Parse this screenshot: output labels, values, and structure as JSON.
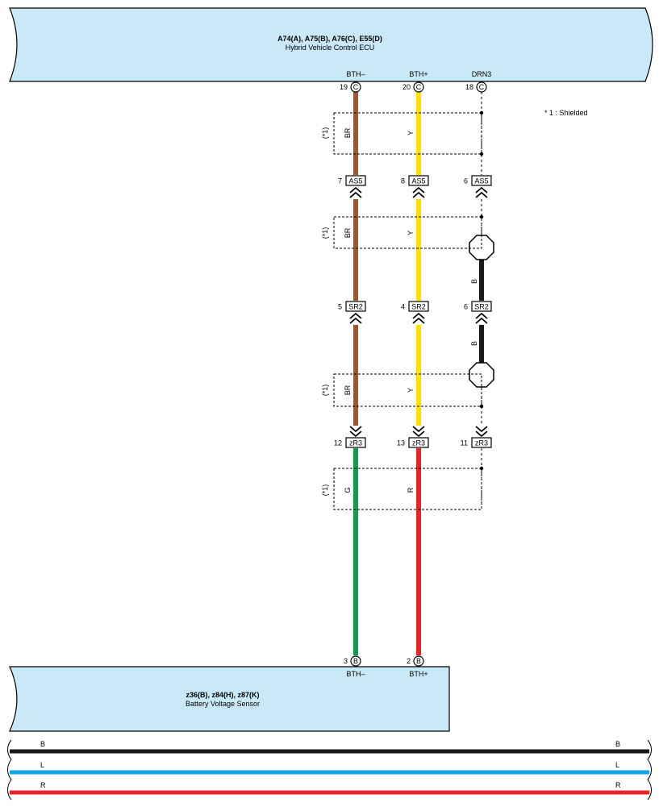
{
  "ecu": {
    "codes": "A74(A), A75(B), A76(C), E55(D)",
    "name": "Hybrid Vehicle Control ECU",
    "terminals": [
      {
        "name": "BTH–",
        "pin": "19",
        "conn": "C"
      },
      {
        "name": "BTH+",
        "pin": "20",
        "conn": "C"
      },
      {
        "name": "DRN3",
        "pin": "18",
        "conn": "C"
      }
    ]
  },
  "legend": {
    "text": "* 1 : Shielded"
  },
  "shield_note": "(*1)",
  "shield_sections": [
    {
      "wires": [
        "BR",
        "Y"
      ]
    },
    {
      "wires": [
        "BR",
        "Y"
      ]
    },
    {
      "wires": [
        "BR",
        "Y"
      ]
    },
    {
      "wires": [
        "G",
        "R"
      ]
    }
  ],
  "ground_wire_code": "B",
  "connectors": [
    {
      "code": "AS5",
      "pins": [
        "7",
        "8",
        "6"
      ]
    },
    {
      "code": "SR2",
      "pins": [
        "5",
        "4",
        "6"
      ]
    },
    {
      "code": "zR3",
      "pins": [
        "12",
        "13",
        "11"
      ]
    }
  ],
  "sensor": {
    "codes": "z36(B), z84(H), z87(K)",
    "name": "Battery Voltage Sensor",
    "terminals": [
      {
        "name": "BTH–",
        "pin": "3",
        "conn": "B"
      },
      {
        "name": "BTH+",
        "pin": "2",
        "conn": "B"
      }
    ]
  },
  "bus_lines": [
    {
      "code": "B",
      "color": "#1a1a1a"
    },
    {
      "code": "L",
      "color": "#12a6e8"
    },
    {
      "code": "R",
      "color": "#e8232a"
    }
  ],
  "colors": {
    "brown": "#9b5a32",
    "yellow": "#ffe000",
    "green": "#129b48",
    "red": "#e8232a",
    "black": "#1a1a1a",
    "component_fill": "#c9e9f8"
  }
}
